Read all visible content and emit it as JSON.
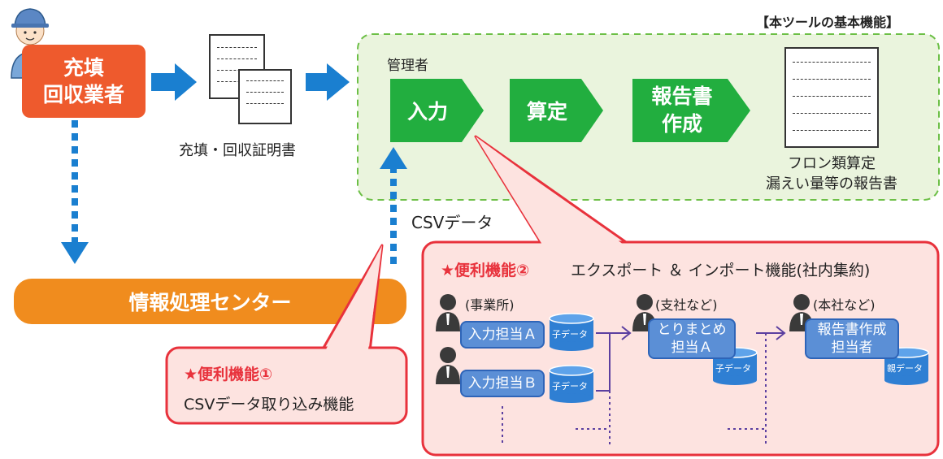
{
  "tool_title": "【本ツールの基本機能】",
  "collector": {
    "line1": "充填",
    "line2": "回収業者"
  },
  "certificate_label": "充填・回収証明書",
  "admin_label": "管理者",
  "steps": {
    "input": "入力",
    "calc": "算定",
    "report_line1": "報告書",
    "report_line2": "作成"
  },
  "report_doc": {
    "line1": "フロン類算定",
    "line2": "漏えい量等の報告書"
  },
  "csv_label": "CSVデータ",
  "info_center": "情報処理センター",
  "feature1": {
    "title": "★便利機能①",
    "desc": "CSVデータ取り込み機能"
  },
  "feature2": {
    "title": "★便利機能②",
    "desc": "エクスポート ＆ インポート機能(社内集約)",
    "office_label": "(事業所)",
    "branch_label": "(支社など)",
    "hq_label": "(本社など)",
    "input_a": "入力担当Ａ",
    "input_b": "入力担当Ｂ",
    "summary_line1": "とりまとめ",
    "summary_line2": "担当Ａ",
    "report_line1": "報告書作成",
    "report_line2": "担当者",
    "child_data": "子データ",
    "parent_data": "親データ"
  },
  "colors": {
    "orange": "#f08c1e",
    "red_orange": "#ee5a2d",
    "green": "#22ae3f",
    "light_green_bg": "#eaf4dd",
    "blue_arrow": "#1a7fd0",
    "pink_bg": "#fde3e0",
    "red_border": "#e8323c",
    "purple_line": "#5b3fa0"
  }
}
